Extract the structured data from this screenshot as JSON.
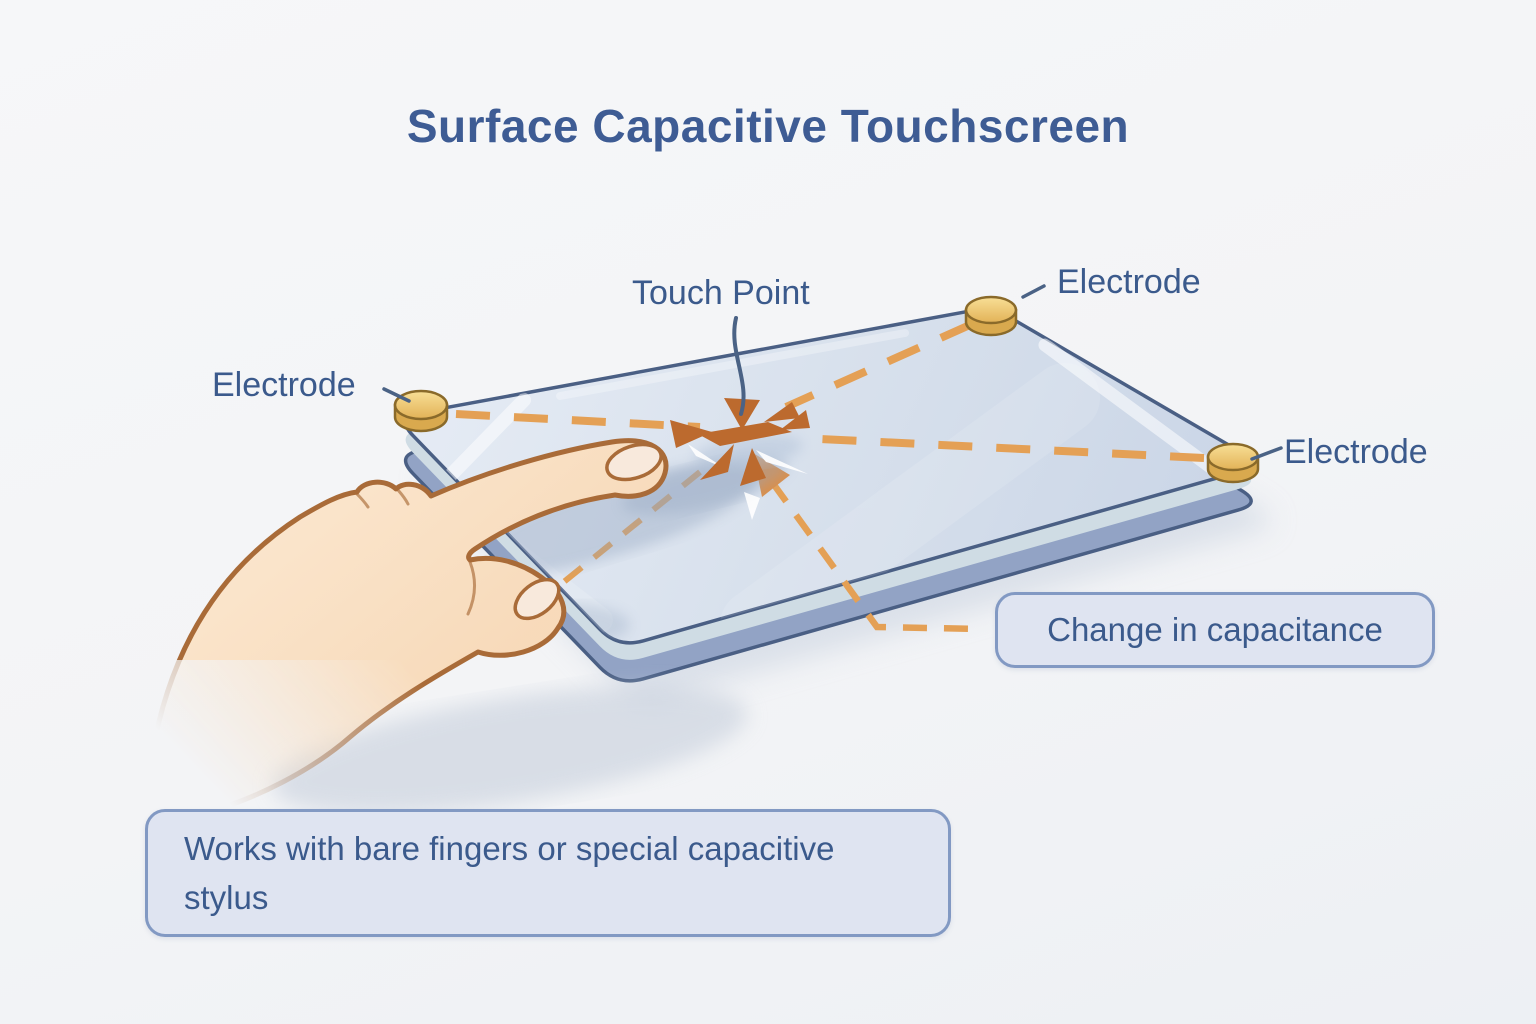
{
  "title": "Surface Capacitive Touchscreen",
  "labels": {
    "touch_point": "Touch Point",
    "electrode_left": "Electrode",
    "electrode_top_right": "Electrode",
    "electrode_right": "Electrode"
  },
  "callouts": {
    "change_in_capacitance": "Change in capacitance",
    "stylus_note": "Works with bare fingers or special capacitive stylus"
  },
  "illustration": {
    "panel": "glass touchscreen panel in perspective",
    "electrode_count_visible": 3,
    "touch_indicator": "orange arrows converging on touch point",
    "hand": "hand touching screen with index finger"
  },
  "colors": {
    "background": "#F4F5F7",
    "title_text": "#3E5C94",
    "label_text": "#3B5A8C",
    "panel_surface": "#DCE4F0",
    "panel_side": "#92A3C5",
    "panel_outline": "#4A5F84",
    "electrode_gold": "#EFC66C",
    "dashed_signal_line": "#E4A055",
    "touch_burst": "#BC6A2E",
    "hand_skin": "#F8DCBE",
    "hand_outline": "#A96B38",
    "callout_fill": "#DFE4F1",
    "callout_border": "#8299C3"
  }
}
